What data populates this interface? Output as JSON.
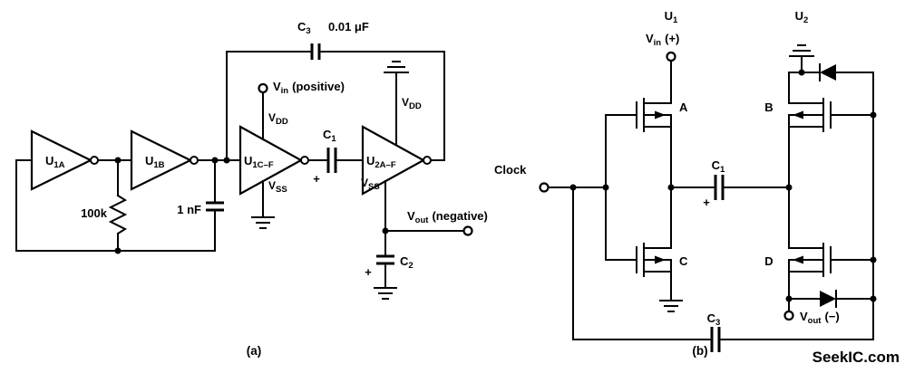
{
  "colors": {
    "ink": "#000000",
    "watermark": "#7d7d7d"
  },
  "captions": {
    "a": "(a)",
    "b": "(b)"
  },
  "watermark": "SeekIC.com",
  "a": {
    "u1a": {
      "main": "U",
      "sub": "1A"
    },
    "u1b": {
      "main": "U",
      "sub": "1B"
    },
    "u1cf": {
      "main": "U",
      "sub": "1C–F"
    },
    "u2af": {
      "main": "U",
      "sub": "2A–F"
    },
    "c3": {
      "main": "C",
      "sub": "3",
      "value": "0.01 μF"
    },
    "c1": {
      "main": "C",
      "sub": "1"
    },
    "c2": {
      "main": "C",
      "sub": "2"
    },
    "vin": {
      "main": "V",
      "sub": "in",
      "suffix": "(positive)"
    },
    "vout": {
      "main": "V",
      "sub": "out",
      "suffix": "(negative)"
    },
    "vdd": {
      "main": "V",
      "sub": "DD"
    },
    "vss": {
      "main": "V",
      "sub": "SS"
    },
    "r_feedback": "100k",
    "c_feedback": "1 nF",
    "plus": "+"
  },
  "b": {
    "clock": "Clock",
    "u1": {
      "main": "U",
      "sub": "1"
    },
    "u2": {
      "main": "U",
      "sub": "2"
    },
    "vin": {
      "main": "V",
      "sub": "in",
      "suffix": "(+)"
    },
    "vout": {
      "main": "V",
      "sub": "out",
      "suffix": "(−)"
    },
    "c1": {
      "main": "C",
      "sub": "1"
    },
    "c3": {
      "main": "C",
      "sub": "3"
    },
    "t_a": "A",
    "t_b": "B",
    "t_c": "C",
    "t_d": "D",
    "plus": "+"
  }
}
